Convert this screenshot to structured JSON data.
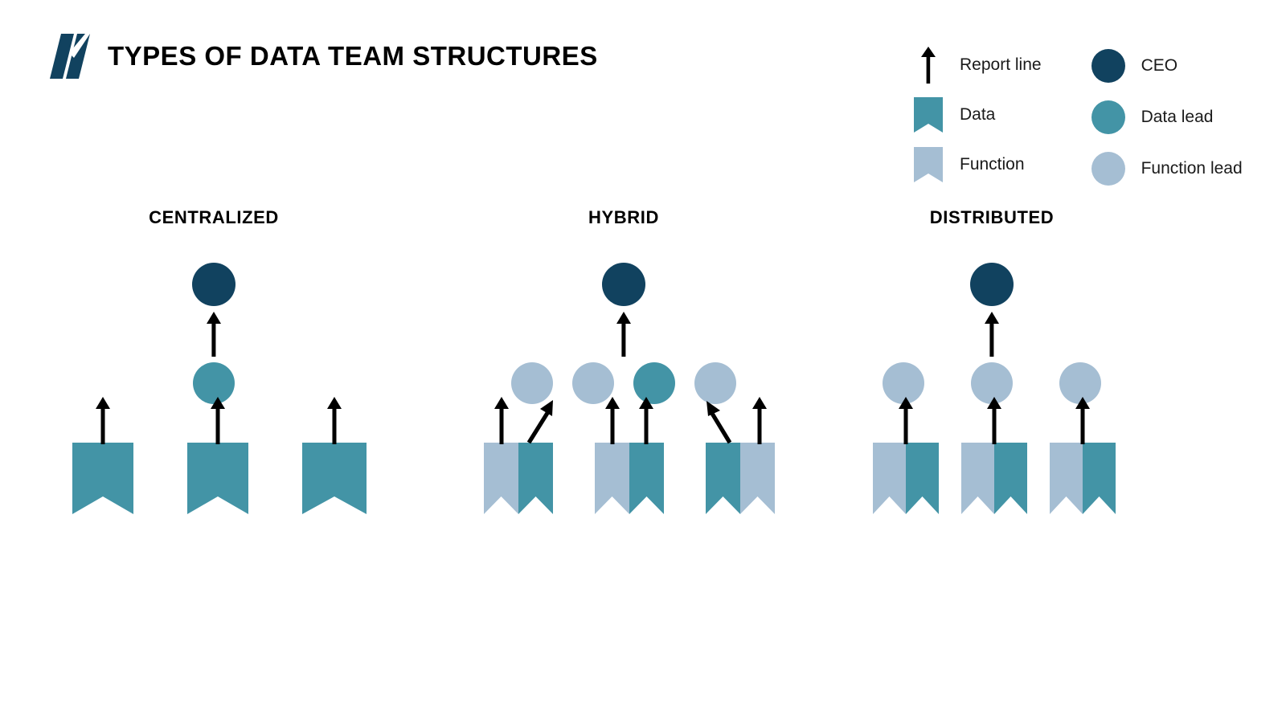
{
  "header": {
    "title": "TYPES OF DATA TEAM STRUCTURES",
    "logo_name": "slanted-double-bar-logo"
  },
  "colors": {
    "ceo_navy": "#11425f",
    "data_teal": "#4394a6",
    "function_blue": "#a5bed3",
    "arrow_black": "#000000",
    "text_black": "#1a1a1a",
    "background": "#ffffff"
  },
  "legend": {
    "left_column": [
      {
        "label": "Report line",
        "mark": "arrow",
        "icon": "up-arrow-icon"
      },
      {
        "label": "Data",
        "mark": "banner",
        "color_key": "data_teal",
        "icon": "banner-icon"
      },
      {
        "label": "Function",
        "mark": "banner",
        "color_key": "function_blue",
        "icon": "banner-icon"
      }
    ],
    "right_column": [
      {
        "label": "CEO",
        "mark": "dot",
        "color_key": "ceo_navy",
        "icon": "circle-icon"
      },
      {
        "label": "Data lead",
        "mark": "dot",
        "color_key": "data_teal",
        "icon": "circle-icon"
      },
      {
        "label": "Function lead",
        "mark": "dot",
        "color_key": "function_blue",
        "icon": "circle-icon"
      }
    ]
  },
  "chart_data": {
    "type": "diagram",
    "title": "TYPES OF DATA TEAM STRUCTURES",
    "columns": [
      {
        "id": "centralized",
        "heading": "CENTRALIZED",
        "ceo": {
          "role": "CEO",
          "color_key": "ceo_navy"
        },
        "ceo_arrow": true,
        "leads": [
          {
            "role": "Data lead",
            "color_key": "data_teal"
          }
        ],
        "teams": [
          {
            "banners": [
              {
                "type": "Data",
                "color_key": "data_teal"
              }
            ],
            "arrows": [
              {
                "from": 0,
                "direction": "up"
              }
            ]
          },
          {
            "banners": [
              {
                "type": "Data",
                "color_key": "data_teal"
              }
            ],
            "arrows": [
              {
                "from": 0,
                "direction": "up"
              }
            ]
          },
          {
            "banners": [
              {
                "type": "Data",
                "color_key": "data_teal"
              }
            ],
            "arrows": [
              {
                "from": 0,
                "direction": "up"
              }
            ]
          }
        ]
      },
      {
        "id": "hybrid",
        "heading": "HYBRID",
        "ceo": {
          "role": "CEO",
          "color_key": "ceo_navy"
        },
        "ceo_arrow": true,
        "leads": [
          {
            "role": "Function lead",
            "color_key": "function_blue"
          },
          {
            "role": "Function lead",
            "color_key": "function_blue"
          },
          {
            "role": "Data lead",
            "color_key": "data_teal"
          },
          {
            "role": "Function lead",
            "color_key": "function_blue"
          }
        ],
        "teams": [
          {
            "banners": [
              {
                "type": "Function",
                "color_key": "function_blue"
              },
              {
                "type": "Data",
                "color_key": "data_teal"
              }
            ],
            "arrows": [
              {
                "from": 0,
                "direction": "up"
              },
              {
                "from": 1,
                "direction": "up-right"
              }
            ]
          },
          {
            "banners": [
              {
                "type": "Function",
                "color_key": "function_blue"
              },
              {
                "type": "Data",
                "color_key": "data_teal"
              }
            ],
            "arrows": [
              {
                "from": 0,
                "direction": "up"
              },
              {
                "from": 1,
                "direction": "up"
              }
            ]
          },
          {
            "banners": [
              {
                "type": "Data",
                "color_key": "data_teal"
              },
              {
                "type": "Function",
                "color_key": "function_blue"
              }
            ],
            "arrows": [
              {
                "from": 0,
                "direction": "up-left"
              },
              {
                "from": 1,
                "direction": "up"
              }
            ]
          }
        ]
      },
      {
        "id": "distributed",
        "heading": "DISTRIBUTED",
        "ceo": {
          "role": "CEO",
          "color_key": "ceo_navy"
        },
        "ceo_arrow": true,
        "leads": [
          {
            "role": "Function lead",
            "color_key": "function_blue"
          },
          {
            "role": "Function lead",
            "color_key": "function_blue"
          },
          {
            "role": "Function lead",
            "color_key": "function_blue"
          }
        ],
        "teams": [
          {
            "banners": [
              {
                "type": "Function",
                "color_key": "function_blue"
              },
              {
                "type": "Data",
                "color_key": "data_teal"
              }
            ],
            "arrows": [
              {
                "from": "junction",
                "direction": "up"
              }
            ]
          },
          {
            "banners": [
              {
                "type": "Function",
                "color_key": "function_blue"
              },
              {
                "type": "Data",
                "color_key": "data_teal"
              }
            ],
            "arrows": [
              {
                "from": "junction",
                "direction": "up"
              }
            ]
          },
          {
            "banners": [
              {
                "type": "Function",
                "color_key": "function_blue"
              },
              {
                "type": "Data",
                "color_key": "data_teal"
              }
            ],
            "arrows": [
              {
                "from": "junction",
                "direction": "up"
              }
            ]
          }
        ]
      }
    ]
  }
}
